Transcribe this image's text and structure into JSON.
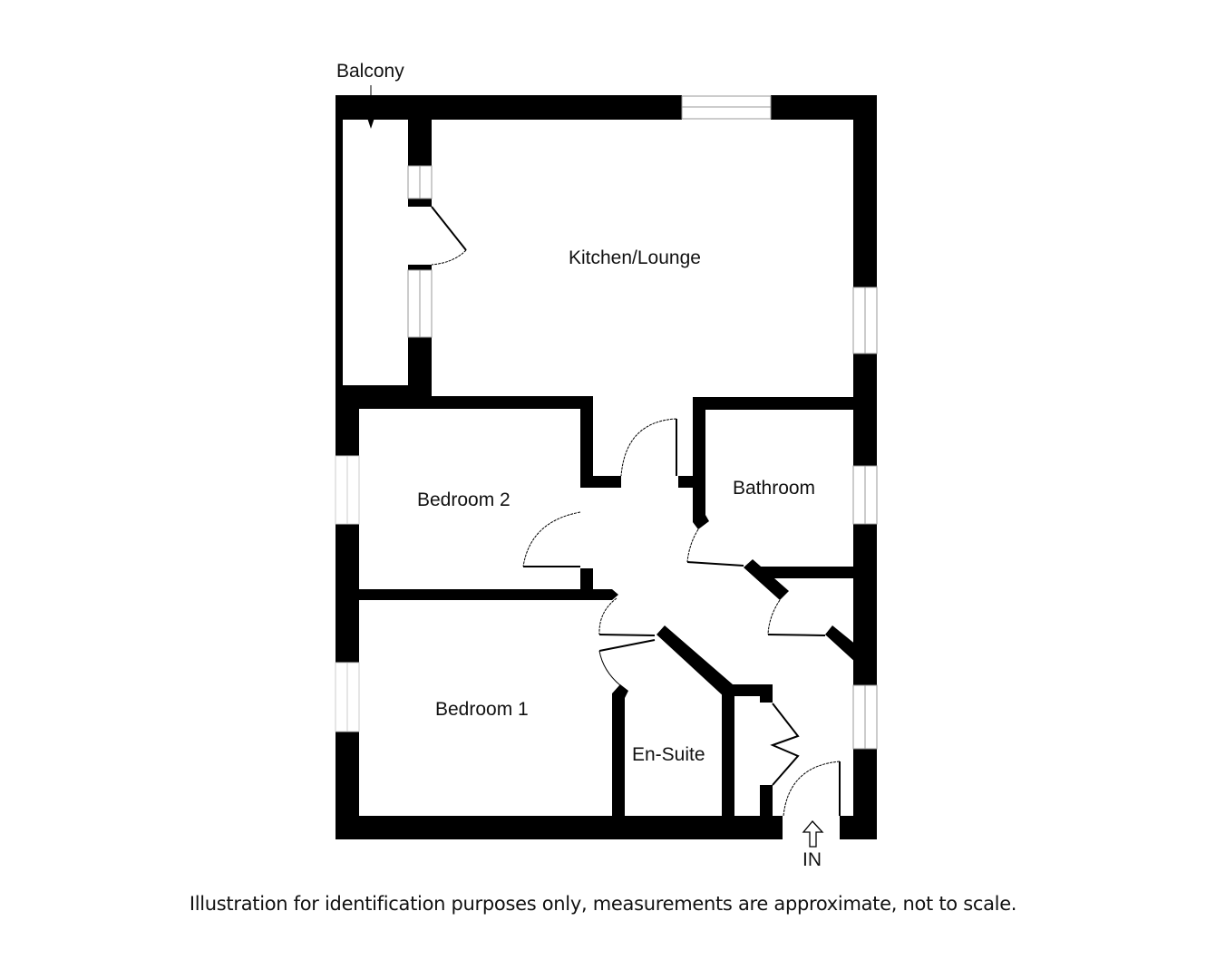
{
  "floorplan": {
    "rooms": [
      {
        "id": "kitchen_lounge",
        "label": "Kitchen/Lounge"
      },
      {
        "id": "bedroom_2",
        "label": "Bedroom 2"
      },
      {
        "id": "bathroom",
        "label": "Bathroom"
      },
      {
        "id": "bedroom_1",
        "label": "Bedroom 1"
      },
      {
        "id": "en_suite",
        "label": "En-Suite"
      }
    ],
    "balcony": {
      "label": "Balcony"
    },
    "entrance": {
      "label": "IN"
    },
    "colors": {
      "wall": "#000000",
      "window_line": "#999999",
      "background": "#ffffff",
      "text": "#111111"
    }
  },
  "footer": {
    "disclaimer": "Illustration for identification purposes only, measurements are approximate, not to scale."
  }
}
